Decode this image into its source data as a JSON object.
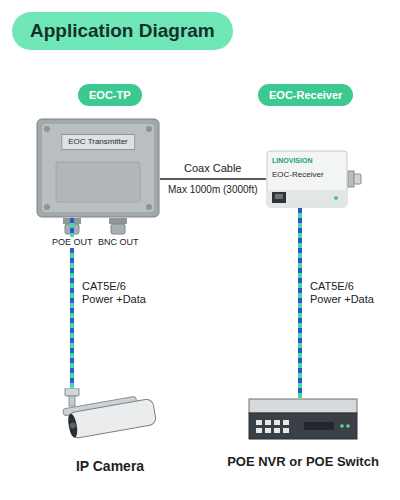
{
  "diagram": {
    "title": "Application Diagram",
    "nodes": [
      {
        "text": [
          "EOC-TP"
        ]
      },
      {
        "text": [
          "EOC Transmitter"
        ]
      },
      {
        "text": [
          "EOC-Receiver"
        ]
      },
      {
        "text": [
          "LINOVISION",
          "EOC-Receiver"
        ]
      },
      {
        "text": [
          "IP Camera"
        ]
      },
      {
        "text": [
          "POE NVR or POE Switch"
        ]
      }
    ],
    "edges": [
      {
        "from": 1,
        "to": 3,
        "label": "Coax Cable",
        "arrow": "none"
      },
      {
        "from": 1,
        "to": 4,
        "label": "CAT5E/6 Power +Data",
        "arrow": "none"
      },
      {
        "from": 3,
        "to": 5,
        "label": "CAT5E/6 Power +Data",
        "arrow": "none"
      }
    ],
    "labels": [
      "POE OUT",
      "BNC OUT",
      "Max 1000m (3000ft)"
    ]
  }
}
